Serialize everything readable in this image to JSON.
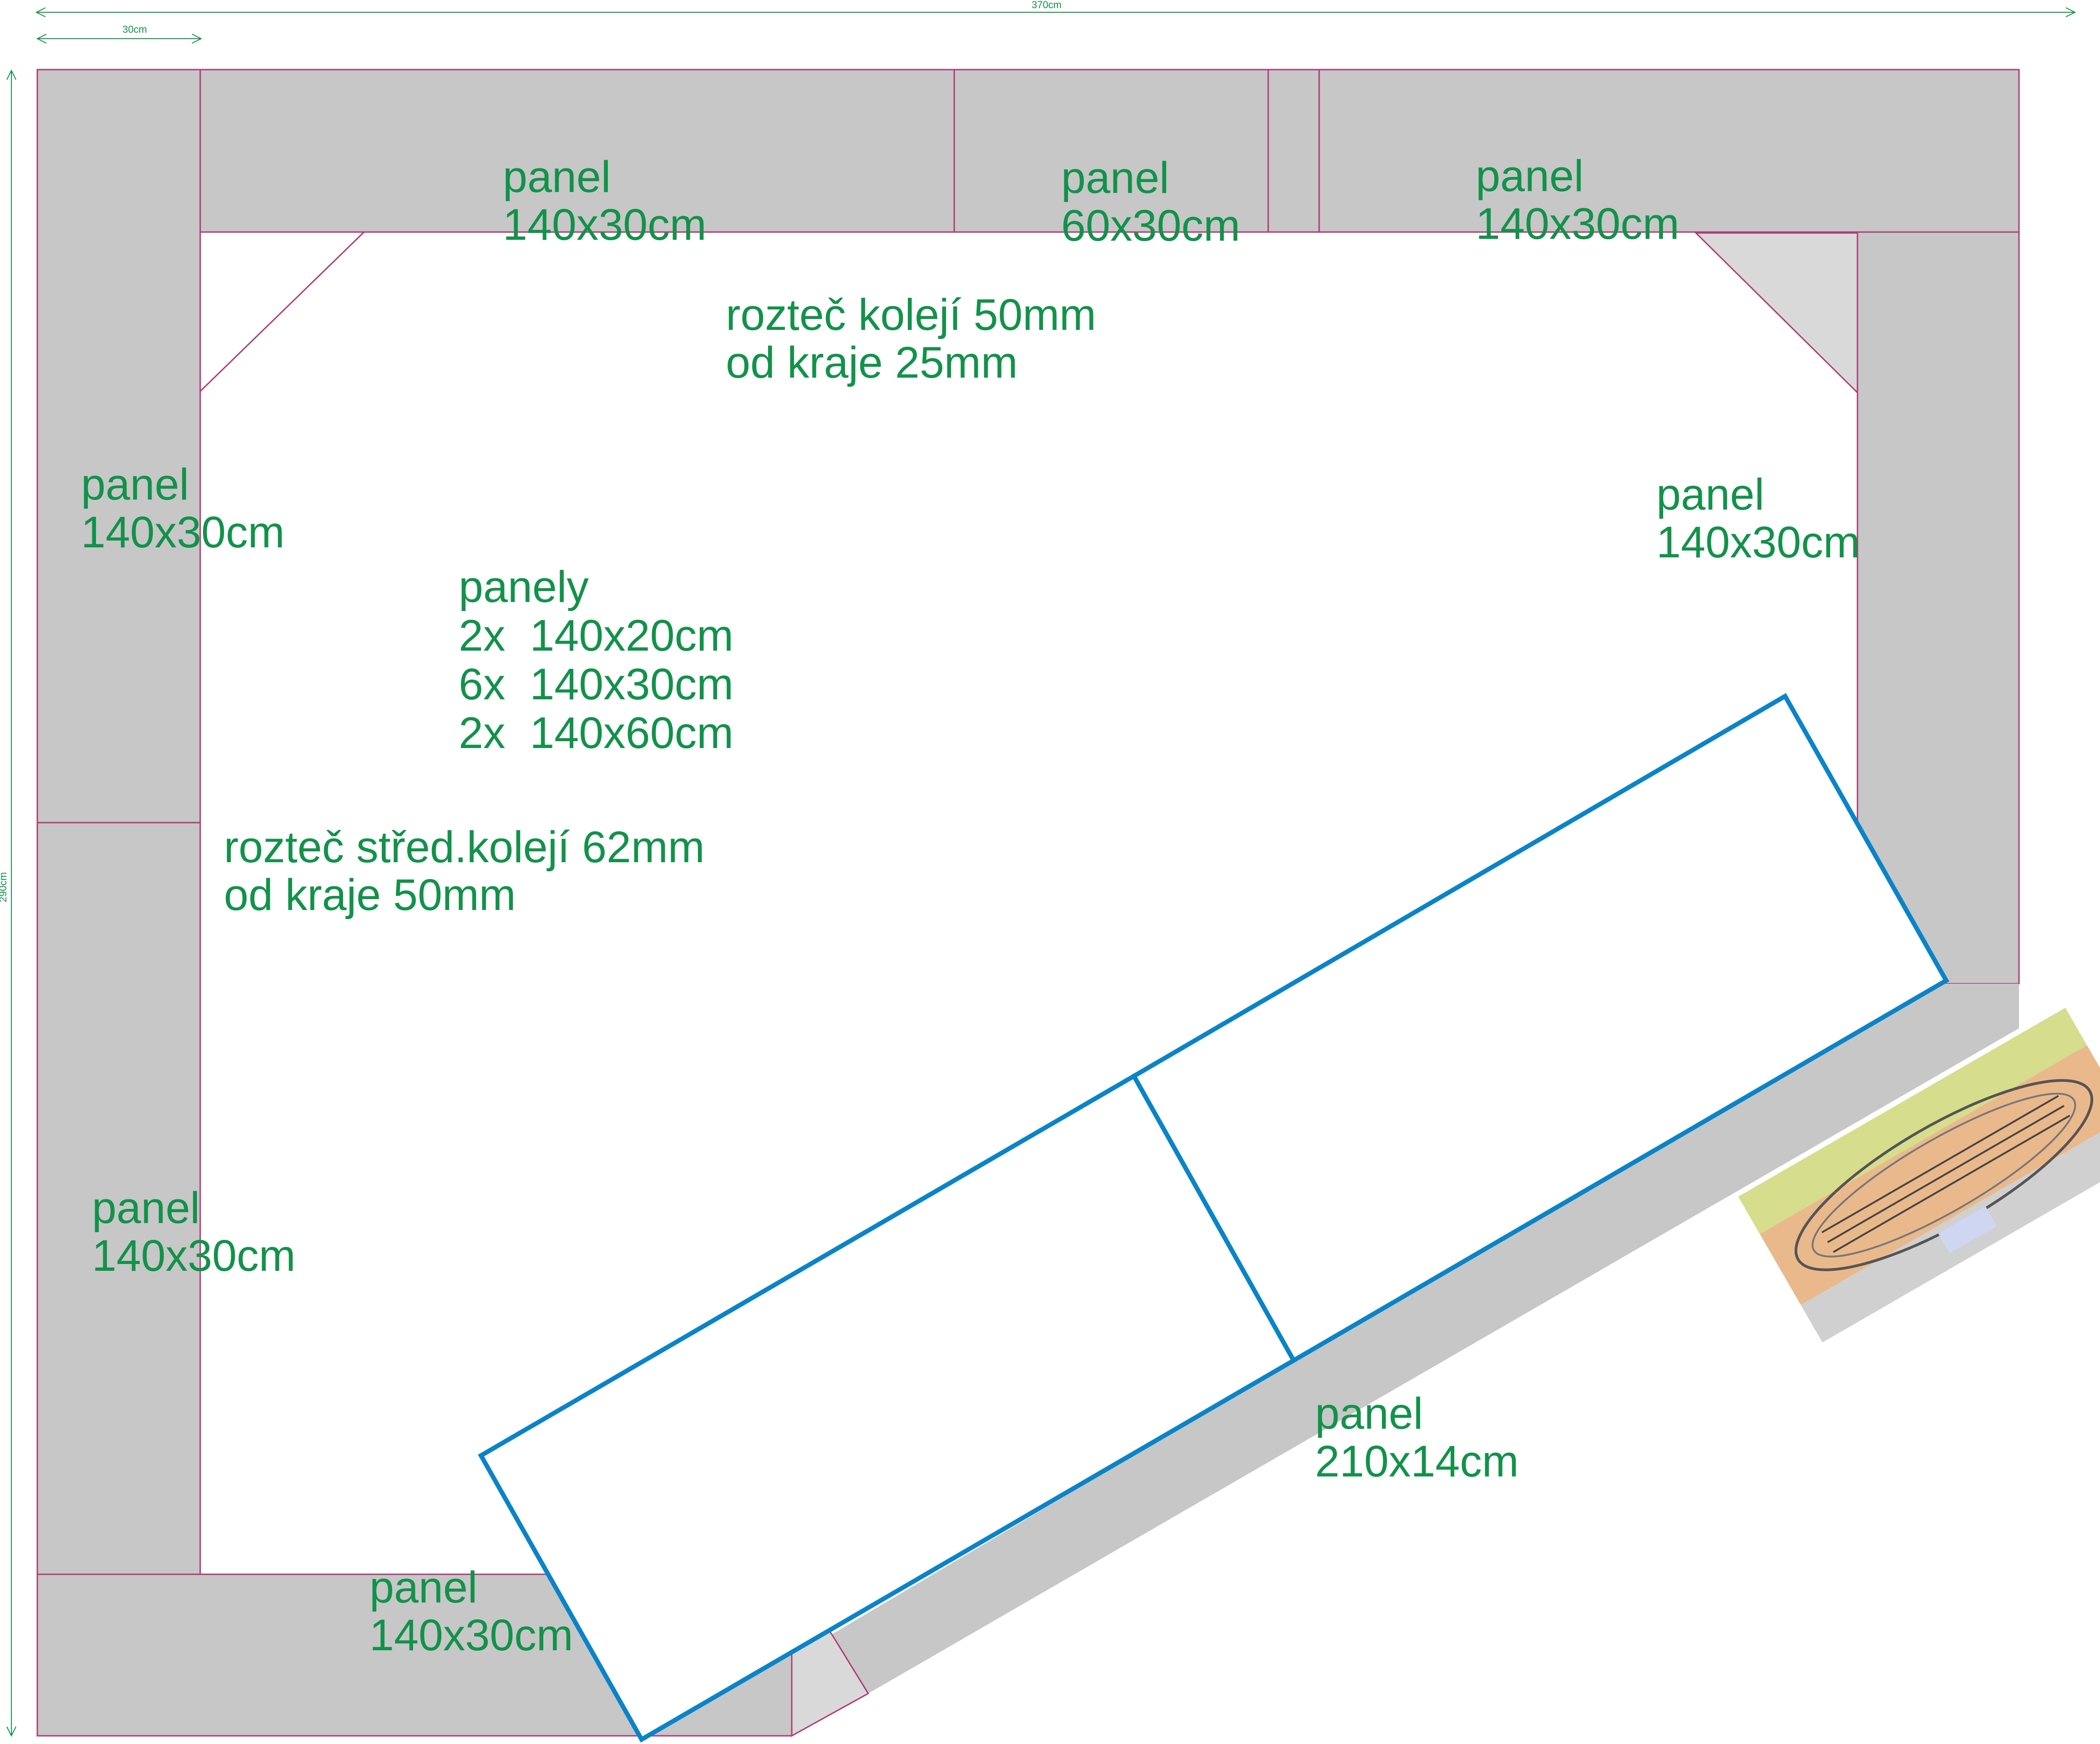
{
  "dimensions": {
    "overall_width": "370cm",
    "overall_height": "290cm",
    "panel_depth": "30cm"
  },
  "labels": {
    "top_left_name": "panel",
    "top_left_size": "140x30cm",
    "top_mid_name": "panel",
    "top_mid_size": "60x30cm",
    "top_right_name": "panel",
    "top_right_size": "140x30cm",
    "right_name": "panel",
    "right_size": "140x30cm",
    "left_upper_name": "panel",
    "left_upper_size": "140x30cm",
    "left_lower_name": "panel",
    "left_lower_size": "140x30cm",
    "bottom_name": "panel",
    "bottom_size": "140x30cm",
    "diag_name": "panel",
    "diag_size": "210x14cm"
  },
  "notes": {
    "spacing_top_1": "rozteč kolejí 50mm",
    "spacing_top_2": "od kraje 25mm",
    "panels_title": "panely",
    "panels_line_1": "2x  140x20cm",
    "panels_line_2": "6x  140x30cm",
    "panels_line_3": "2x  140x60cm",
    "spacing_mid_1": "rozteč střed.kolejí 62mm",
    "spacing_mid_2": "od kraje 50mm"
  },
  "colors": {
    "panel_fill": "#c6c7c6",
    "panel_outline": "#b03a78",
    "label_green": "#12924a",
    "table_outline_blue": "#0a84c8"
  }
}
